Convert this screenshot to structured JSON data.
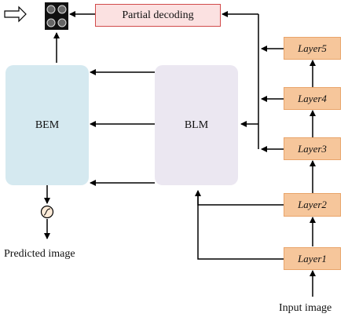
{
  "partial_decoding": "Partial decoding",
  "bem": "BEM",
  "blm": "BLM",
  "layers": [
    "Layer5",
    "Layer4",
    "Layer3",
    "Layer2",
    "Layer1"
  ],
  "input_label": "Input image",
  "output_label": "Predicted image",
  "icons": {
    "output_arrow": "outline-right-arrow-icon",
    "thumbnail": "image-grid-icon",
    "operator": "sigmoid-circle-icon"
  },
  "colors": {
    "layer_fill": "#f6c69b",
    "bem_fill": "#d5e9f0",
    "blm_fill": "#ebe7f1",
    "partial_border": "#d14a4a",
    "partial_fill": "#fbe1e1"
  }
}
